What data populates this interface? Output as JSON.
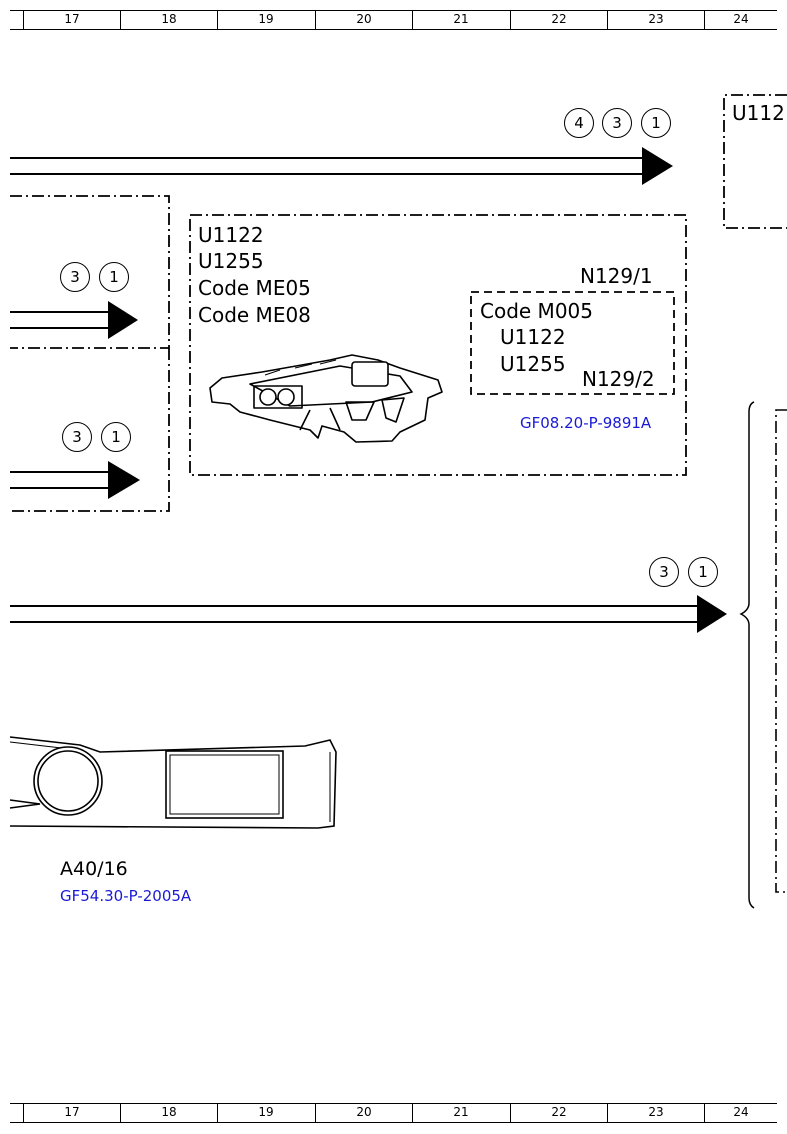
{
  "ruler": {
    "top": [
      "17",
      "18",
      "19",
      "20",
      "21",
      "22",
      "23",
      "24"
    ],
    "bottom": [
      "17",
      "18",
      "19",
      "20",
      "21",
      "22",
      "23",
      "24"
    ]
  },
  "top_right_box": {
    "label": "U112"
  },
  "arrow_top": {
    "refs": [
      "4",
      "3",
      "1"
    ]
  },
  "left_box_arrow_upper": {
    "refs": [
      "3",
      "1"
    ]
  },
  "left_box_arrow_lower": {
    "refs": [
      "3",
      "1"
    ]
  },
  "arrow_middle": {
    "refs": [
      "3",
      "1"
    ]
  },
  "n129_box": {
    "lines": [
      "U1122",
      "U1255",
      "Code ME05",
      "Code ME08"
    ],
    "component_label": "N129/1",
    "reference": "GF08.20-P-9891A"
  },
  "n129_2_box": {
    "code": "Code M005",
    "lines": [
      "U1122",
      "U1255"
    ],
    "component_label": "N129/2"
  },
  "a40_component": {
    "label": "A40/16",
    "reference": "GF54.30-P-2005A"
  }
}
